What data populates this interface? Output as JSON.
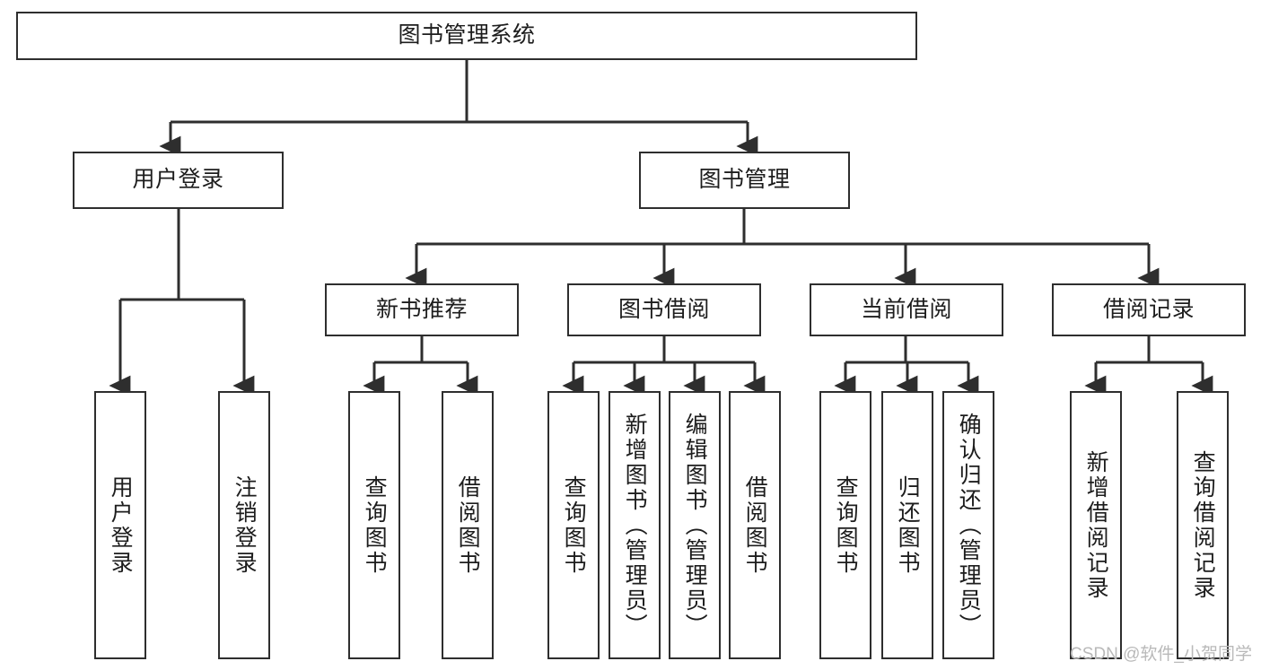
{
  "diagram": {
    "type": "tree",
    "title": "图书管理系统",
    "watermark": "CSDN @软件_小贺同学",
    "colors": {
      "stroke": "#2e2e2e",
      "fill": "#ffffff",
      "text": "#1d1d1d",
      "watermark": "#b9b9b9"
    },
    "nodes": {
      "root": {
        "label": "图书管理系统"
      },
      "level2": [
        {
          "id": "user-login",
          "label": "用户登录"
        },
        {
          "id": "book-manage",
          "label": "图书管理"
        }
      ],
      "level3": [
        {
          "id": "new-book-rec",
          "label": "新书推荐"
        },
        {
          "id": "book-borrow",
          "label": "图书借阅"
        },
        {
          "id": "current-borrow",
          "label": "当前借阅"
        },
        {
          "id": "borrow-record",
          "label": "借阅记录"
        }
      ],
      "leaves": {
        "user_login": [
          {
            "id": "leaf-user-login",
            "label": "用户登录"
          },
          {
            "id": "leaf-logout",
            "label": "注销登录"
          }
        ],
        "new_book_rec": [
          {
            "id": "leaf-query-book-1",
            "label": "查询图书"
          },
          {
            "id": "leaf-borrow-book-1",
            "label": "借阅图书"
          }
        ],
        "book_borrow": [
          {
            "id": "leaf-query-book-2",
            "label": "查询图书"
          },
          {
            "id": "leaf-add-book",
            "label": "新增图书（管理员）"
          },
          {
            "id": "leaf-edit-book",
            "label": "编辑图书（管理员）"
          },
          {
            "id": "leaf-borrow-book-2",
            "label": "借阅图书"
          }
        ],
        "current_borrow": [
          {
            "id": "leaf-query-book-3",
            "label": "查询图书"
          },
          {
            "id": "leaf-return-book",
            "label": "归还图书"
          },
          {
            "id": "leaf-confirm-return",
            "label": "确认归还（管理员）"
          }
        ],
        "borrow_record": [
          {
            "id": "leaf-add-record",
            "label": "新增借阅记录"
          },
          {
            "id": "leaf-query-record",
            "label": "查询借阅记录"
          }
        ]
      }
    }
  }
}
